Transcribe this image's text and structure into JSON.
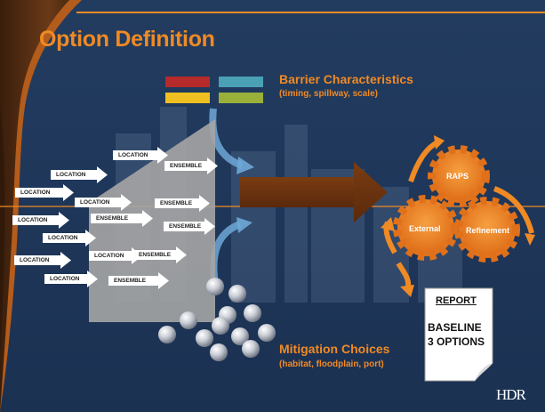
{
  "slide": {
    "title": "Option Definition",
    "barrier": {
      "title": "Barrier Characteristics",
      "subtitle": "(timing, spillway, scale)",
      "swatch_colors": [
        "#b52a2a",
        "#4aa0b5",
        "#f0c020",
        "#9ab03a"
      ]
    },
    "mitigation": {
      "title": "Mitigation Choices",
      "subtitle": "(habitat, floodplain, port)"
    },
    "location_label": "LOCATION",
    "ensemble_label": "ENSEMBLE",
    "gears": {
      "top": "RAPS",
      "left": "External",
      "right": "Refinement"
    },
    "report": {
      "title": "REPORT",
      "line1": "BASELINE",
      "line2": "3 OPTIONS"
    },
    "logo": "HDR",
    "colors": {
      "accent_orange": "#f08a24",
      "navy": "#1c3557",
      "brown_arrow": "#6e3410"
    }
  }
}
